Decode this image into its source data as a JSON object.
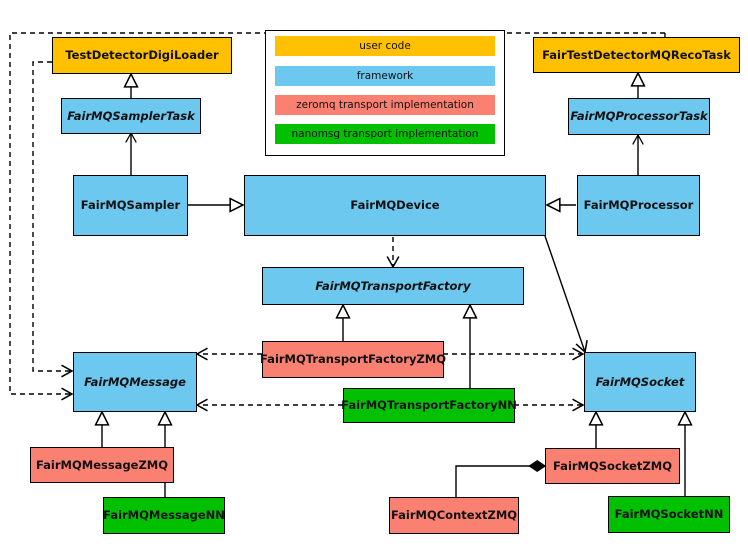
{
  "diagram": {
    "title": "FairMQ class diagram",
    "colors": {
      "user_code": "#FFC000",
      "framework": "#6CC8EE",
      "zeromq": "#FA8072",
      "nanomsg": "#00C000",
      "line": "#000000",
      "background": "#FFFFFF"
    }
  },
  "legend": {
    "items": [
      {
        "label": "user code",
        "color": "#FFC000"
      },
      {
        "label": "framework",
        "color": "#6CC8EE"
      },
      {
        "label": "zeromq transport implementation",
        "color": "#FA8072"
      },
      {
        "label": "nanomsg transport implementation",
        "color": "#00C000"
      }
    ]
  },
  "nodes": {
    "test_detector_digi_loader": {
      "label": "TestDetectorDigiLoader",
      "category": "user code",
      "abstract": false
    },
    "fairmq_sampler_task": {
      "label": "FairMQSamplerTask",
      "category": "framework",
      "abstract": true
    },
    "fairmq_sampler": {
      "label": "FairMQSampler",
      "category": "framework",
      "abstract": false
    },
    "fairmq_device": {
      "label": "FairMQDevice",
      "category": "framework",
      "abstract": false
    },
    "fairmq_processor": {
      "label": "FairMQProcessor",
      "category": "framework",
      "abstract": false
    },
    "fairmq_processor_task": {
      "label": "FairMQProcessorTask",
      "category": "framework",
      "abstract": true
    },
    "fair_test_detector_mq_reco_task": {
      "label": "FairTestDetectorMQRecoTask",
      "category": "user code",
      "abstract": false
    },
    "fairmq_transport_factory": {
      "label": "FairMQTransportFactory",
      "category": "framework",
      "abstract": true
    },
    "fairmq_transport_factory_zmq": {
      "label": "FairMQTransportFactoryZMQ",
      "category": "zeromq",
      "abstract": false
    },
    "fairmq_transport_factory_nn": {
      "label": "FairMQTransportFactoryNN",
      "category": "nanomsg",
      "abstract": false
    },
    "fairmq_message": {
      "label": "FairMQMessage",
      "category": "framework",
      "abstract": true
    },
    "fairmq_message_zmq": {
      "label": "FairMQMessageZMQ",
      "category": "zeromq",
      "abstract": false
    },
    "fairmq_message_nn": {
      "label": "FairMQMessageNN",
      "category": "nanomsg",
      "abstract": false
    },
    "fairmq_socket": {
      "label": "FairMQSocket",
      "category": "framework",
      "abstract": true
    },
    "fairmq_socket_zmq": {
      "label": "FairMQSocketZMQ",
      "category": "zeromq",
      "abstract": false
    },
    "fairmq_socket_nn": {
      "label": "FairMQSocketNN",
      "category": "nanomsg",
      "abstract": false
    },
    "fairmq_context_zmq": {
      "label": "FairMQContextZMQ",
      "category": "zeromq",
      "abstract": false
    }
  },
  "relations": [
    {
      "from": "fairmq_sampler_task",
      "to": "test_detector_digi_loader",
      "type": "generalization"
    },
    {
      "from": "fairmq_sampler",
      "to": "fairmq_sampler_task",
      "type": "association"
    },
    {
      "from": "fairmq_sampler",
      "to": "fairmq_device",
      "type": "generalization"
    },
    {
      "from": "fairmq_processor",
      "to": "fairmq_device",
      "type": "generalization"
    },
    {
      "from": "fairmq_processor",
      "to": "fairmq_processor_task",
      "type": "association"
    },
    {
      "from": "fairmq_processor_task",
      "to": "fair_test_detector_mq_reco_task",
      "type": "generalization"
    },
    {
      "from": "fairmq_device",
      "to": "fairmq_transport_factory",
      "type": "dependency"
    },
    {
      "from": "fairmq_device",
      "to": "fairmq_socket",
      "type": "association-directed"
    },
    {
      "from": "fairmq_transport_factory_zmq",
      "to": "fairmq_transport_factory",
      "type": "generalization"
    },
    {
      "from": "fairmq_transport_factory_nn",
      "to": "fairmq_transport_factory",
      "type": "generalization"
    },
    {
      "from": "fairmq_transport_factory_zmq",
      "to": "fairmq_message",
      "type": "dependency"
    },
    {
      "from": "fairmq_transport_factory_zmq",
      "to": "fairmq_socket",
      "type": "dependency"
    },
    {
      "from": "fairmq_transport_factory_nn",
      "to": "fairmq_message",
      "type": "dependency"
    },
    {
      "from": "fairmq_transport_factory_nn",
      "to": "fairmq_socket",
      "type": "dependency"
    },
    {
      "from": "fairmq_message_zmq",
      "to": "fairmq_message",
      "type": "generalization"
    },
    {
      "from": "fairmq_message_nn",
      "to": "fairmq_message",
      "type": "generalization"
    },
    {
      "from": "fairmq_socket_zmq",
      "to": "fairmq_socket",
      "type": "generalization"
    },
    {
      "from": "fairmq_socket_nn",
      "to": "fairmq_socket",
      "type": "generalization"
    },
    {
      "from": "fairmq_socket_zmq",
      "to": "fairmq_context_zmq",
      "type": "composition"
    },
    {
      "from": "test_detector_digi_loader",
      "to": "fairmq_message",
      "type": "dependency"
    },
    {
      "from": "fair_test_detector_mq_reco_task",
      "to": "fairmq_message",
      "type": "dependency"
    }
  ]
}
